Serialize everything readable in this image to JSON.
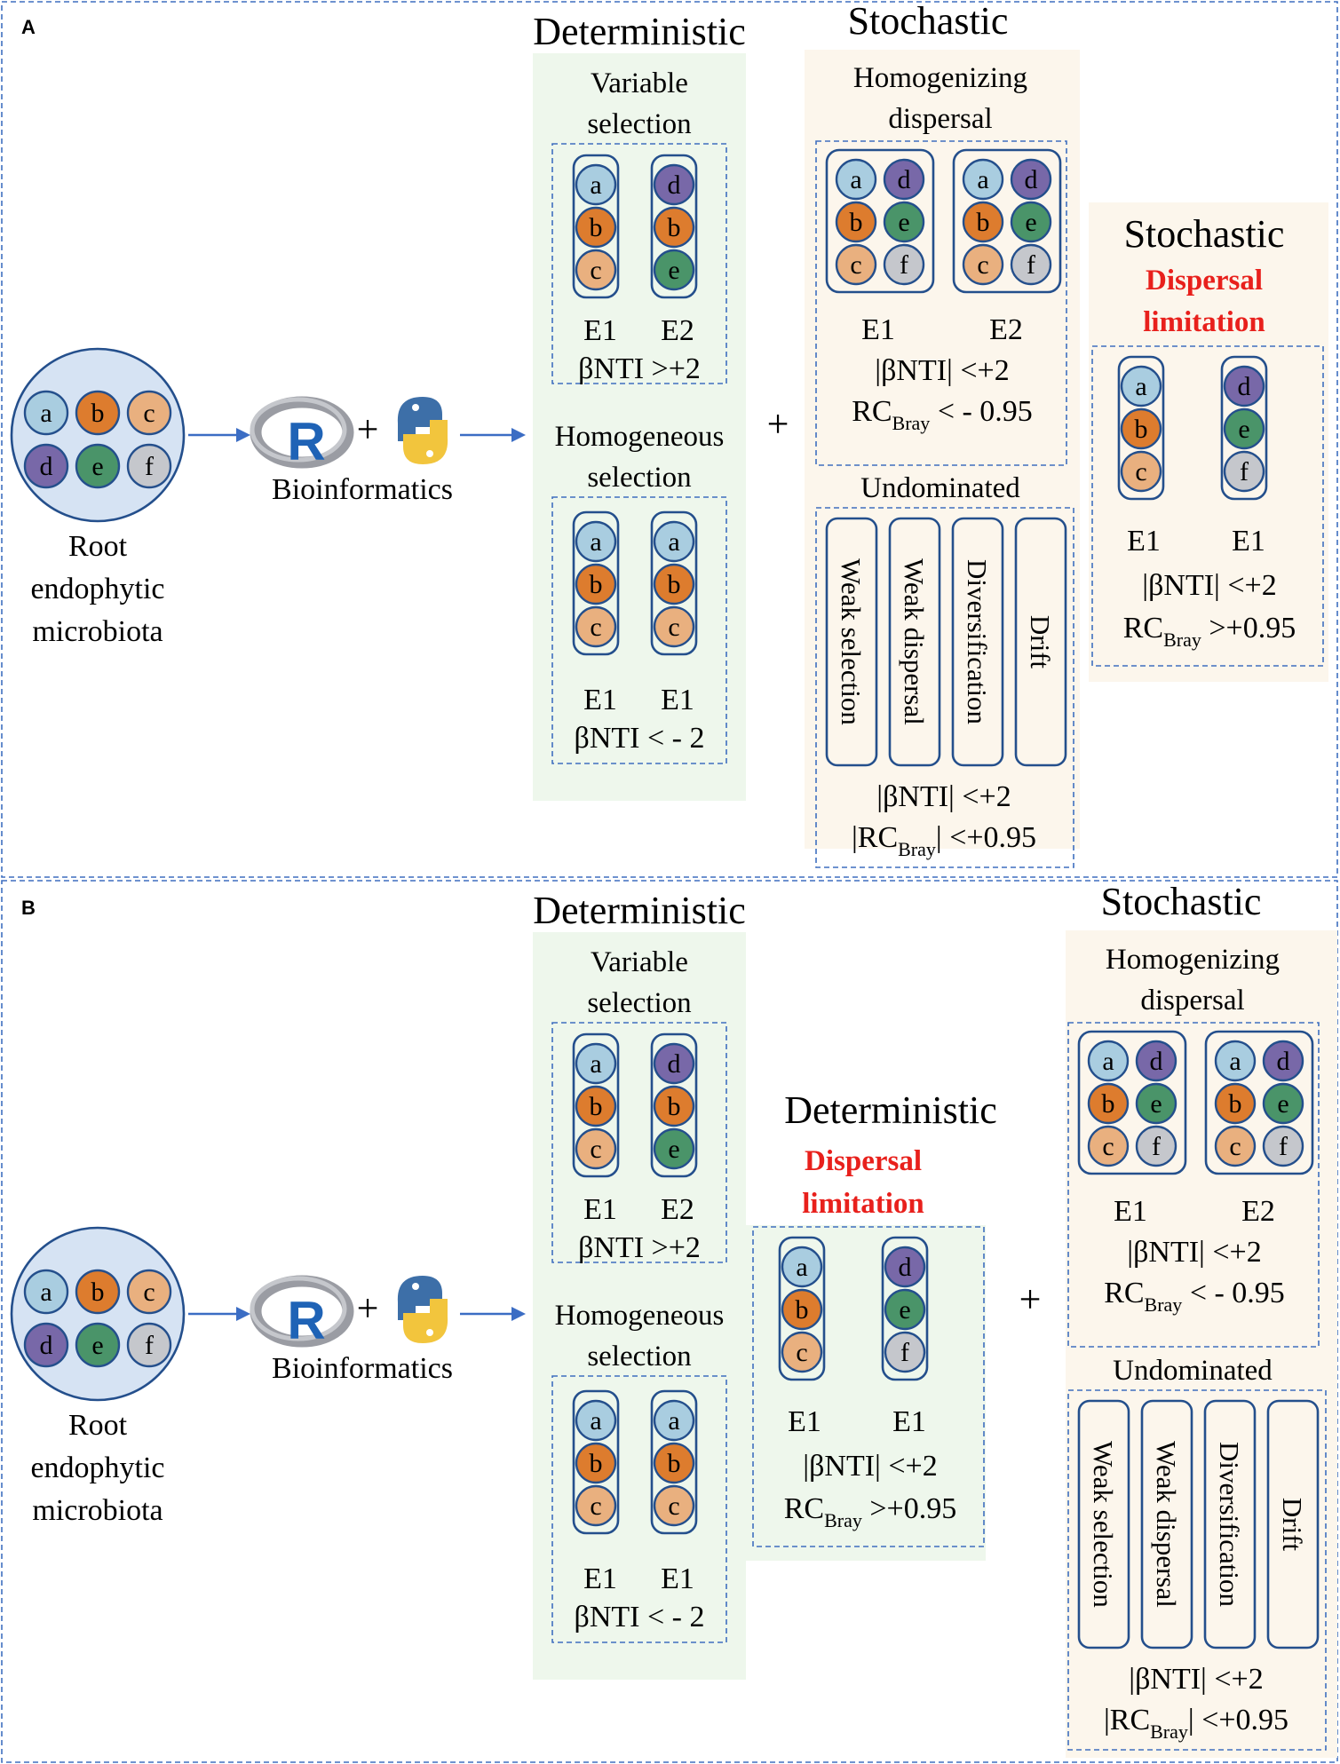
{
  "colors": {
    "a": "#a9cde0",
    "b": "#dd7c2e",
    "c": "#e9b07f",
    "d": "#7868a8",
    "e": "#4a9469",
    "f": "#c5c7cc",
    "circle_stroke": "#244f8c",
    "frame": "#3f6fbf",
    "green_bg": "#eef7ec",
    "orange_bg": "#fcf6ec",
    "red": "#e8201c"
  },
  "panel_a": {
    "label": "A",
    "source": {
      "line1": "Root",
      "line2": "endophytic",
      "line3": "microbiota"
    },
    "tool": {
      "r": "R",
      "plus": "+",
      "label": "Bioinformatics"
    },
    "deterministic": {
      "title": "Deterministic",
      "variable": {
        "line1": "Variable",
        "line2": "selection",
        "e_left": "E1",
        "e_right": "E2",
        "criterion": "βNTI >+2"
      },
      "homogeneous": {
        "line1": "Homogeneous",
        "line2": "selection",
        "e_left": "E1",
        "e_right": "E1",
        "criterion": "βNTI < - 2"
      }
    },
    "plus": "+",
    "stochastic": {
      "title": "Stochastic",
      "homogenizing": {
        "line1": "Homogenizing",
        "line2": "dispersal",
        "e_left": "E1",
        "e_right": "E2",
        "criterion1": "|βNTI| <+2",
        "rc": "RC",
        "rc_sub": "Bray",
        "rc_tail": " < - 0.95"
      },
      "undominated": {
        "title": "Undominated",
        "items": [
          "Weak selection",
          "Weak dispersal",
          "Diversification",
          "Drift"
        ],
        "criterion1": "|βNTI| <+2",
        "rc_pre": "|RC",
        "rc_sub": "Bray",
        "rc_tail": "| <+0.95"
      }
    },
    "stochastic_dl": {
      "title": "Stochastic",
      "red1": "Dispersal",
      "red2": "limitation",
      "e_left": "E1",
      "e_right": "E1",
      "criterion1": "|βNTI| <+2",
      "rc": "RC",
      "rc_sub": "Bray",
      "rc_tail": " >+0.95"
    }
  },
  "panel_b": {
    "label": "B",
    "source": {
      "line1": "Root",
      "line2": "endophytic",
      "line3": "microbiota"
    },
    "tool": {
      "r": "R",
      "plus": "+",
      "label": "Bioinformatics"
    },
    "deterministic": {
      "title": "Deterministic",
      "variable": {
        "line1": "Variable",
        "line2": "selection",
        "e_left": "E1",
        "e_right": "E2",
        "criterion": "βNTI >+2"
      },
      "homogeneous": {
        "line1": "Homogeneous",
        "line2": "selection",
        "e_left": "E1",
        "e_right": "E1",
        "criterion": "βNTI < - 2"
      }
    },
    "deterministic_dl": {
      "title": "Deterministic",
      "red1": "Dispersal",
      "red2": "limitation",
      "e_left": "E1",
      "e_right": "E1",
      "criterion1": "|βNTI| <+2",
      "rc": "RC",
      "rc_sub": "Bray",
      "rc_tail": " >+0.95"
    },
    "plus": "+",
    "stochastic": {
      "title": "Stochastic",
      "homogenizing": {
        "line1": "Homogenizing",
        "line2": "dispersal",
        "e_left": "E1",
        "e_right": "E2",
        "criterion1": "|βNTI| <+2",
        "rc": "RC",
        "rc_sub": "Bray",
        "rc_tail": " < - 0.95"
      },
      "undominated": {
        "title": "Undominated",
        "items": [
          "Weak selection",
          "Weak dispersal",
          "Diversification",
          "Drift"
        ],
        "criterion1": "|βNTI| <+2",
        "rc_pre": "|RC",
        "rc_sub": "Bray",
        "rc_tail": "| <+0.95"
      }
    }
  }
}
